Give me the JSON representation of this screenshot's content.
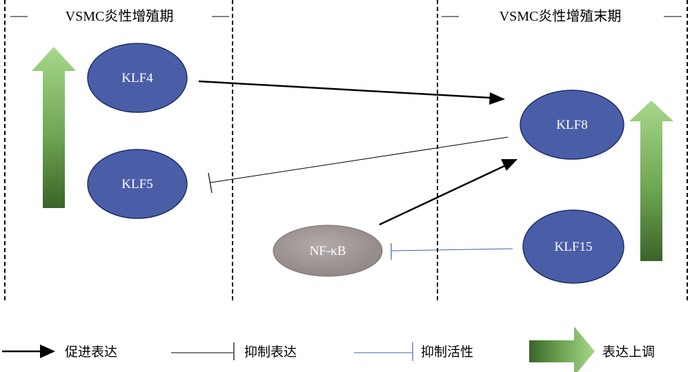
{
  "phases": {
    "early_title": "VSMC炎性增殖期",
    "late_title": "VSMC炎性增殖末期"
  },
  "nodes": {
    "klf4": "KLF4",
    "klf5": "KLF5",
    "klf8": "KLF8",
    "klf15": "KLF15",
    "nfkb": "NF-κB"
  },
  "legend": {
    "promote_expression": "促进表达",
    "inhibit_expression": "抑制表达",
    "inhibit_activity": "抑制活性",
    "upregulate_expression": "表达上调"
  },
  "colors": {
    "node_blue": "#4a5ea8",
    "node_blue_stroke": "#1f2e66",
    "node_gray": "#9a9090",
    "activity_line": "#3f5fae",
    "arrow_green_light": "#9ccf7c",
    "arrow_green_dark": "#3f6a2a"
  }
}
